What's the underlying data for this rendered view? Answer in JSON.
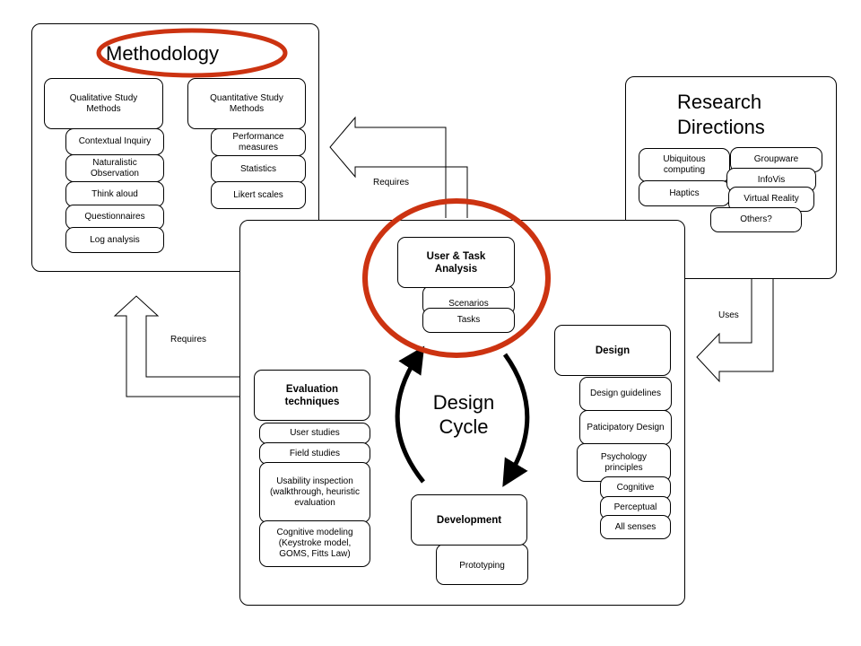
{
  "methodology": {
    "title": "Methodology",
    "qualitative": "Qualitative Study\nMethods",
    "quantitative": "Quantitative Study\nMethods",
    "qual_items": [
      "Contextual Inquiry",
      "Naturalistic\nObservation",
      "Think aloud",
      "Questionnaires",
      "Log analysis"
    ],
    "quant_items": [
      "Performance\nmeasures",
      "Statistics",
      "Likert scales"
    ]
  },
  "research": {
    "title": "Research\nDirections",
    "items": [
      "Ubiquitous\ncomputing",
      "Groupware",
      "Haptics",
      "InfoVis",
      "Virtual Reality",
      "Others?"
    ]
  },
  "cycle": {
    "title": "Design\nCycle",
    "user_task": "User & Task\nAnalysis",
    "user_task_items": [
      "Scenarios",
      "Tasks"
    ],
    "design": "Design",
    "design_items": [
      "Design guidelines",
      "Paticipatory Design",
      "Psychology\nprinciples"
    ],
    "psychology_items": [
      "Cognitive",
      "Perceptual",
      "All senses"
    ],
    "evaluation": "Evaluation\ntechniques",
    "evaluation_items": [
      "User studies",
      "Field studies",
      "Usability inspection\n(walkthrough, heuristic\nevaluation",
      "Cognitive modeling\n(Keystroke model,\nGOMS, Fitts Law)"
    ],
    "development": "Development",
    "development_items": [
      "Prototyping"
    ]
  },
  "arrows": {
    "requires_top": "Requires",
    "requires_left": "Requires",
    "uses": "Uses"
  },
  "colors": {
    "highlight": "#cc3311",
    "stroke": "#000000"
  }
}
